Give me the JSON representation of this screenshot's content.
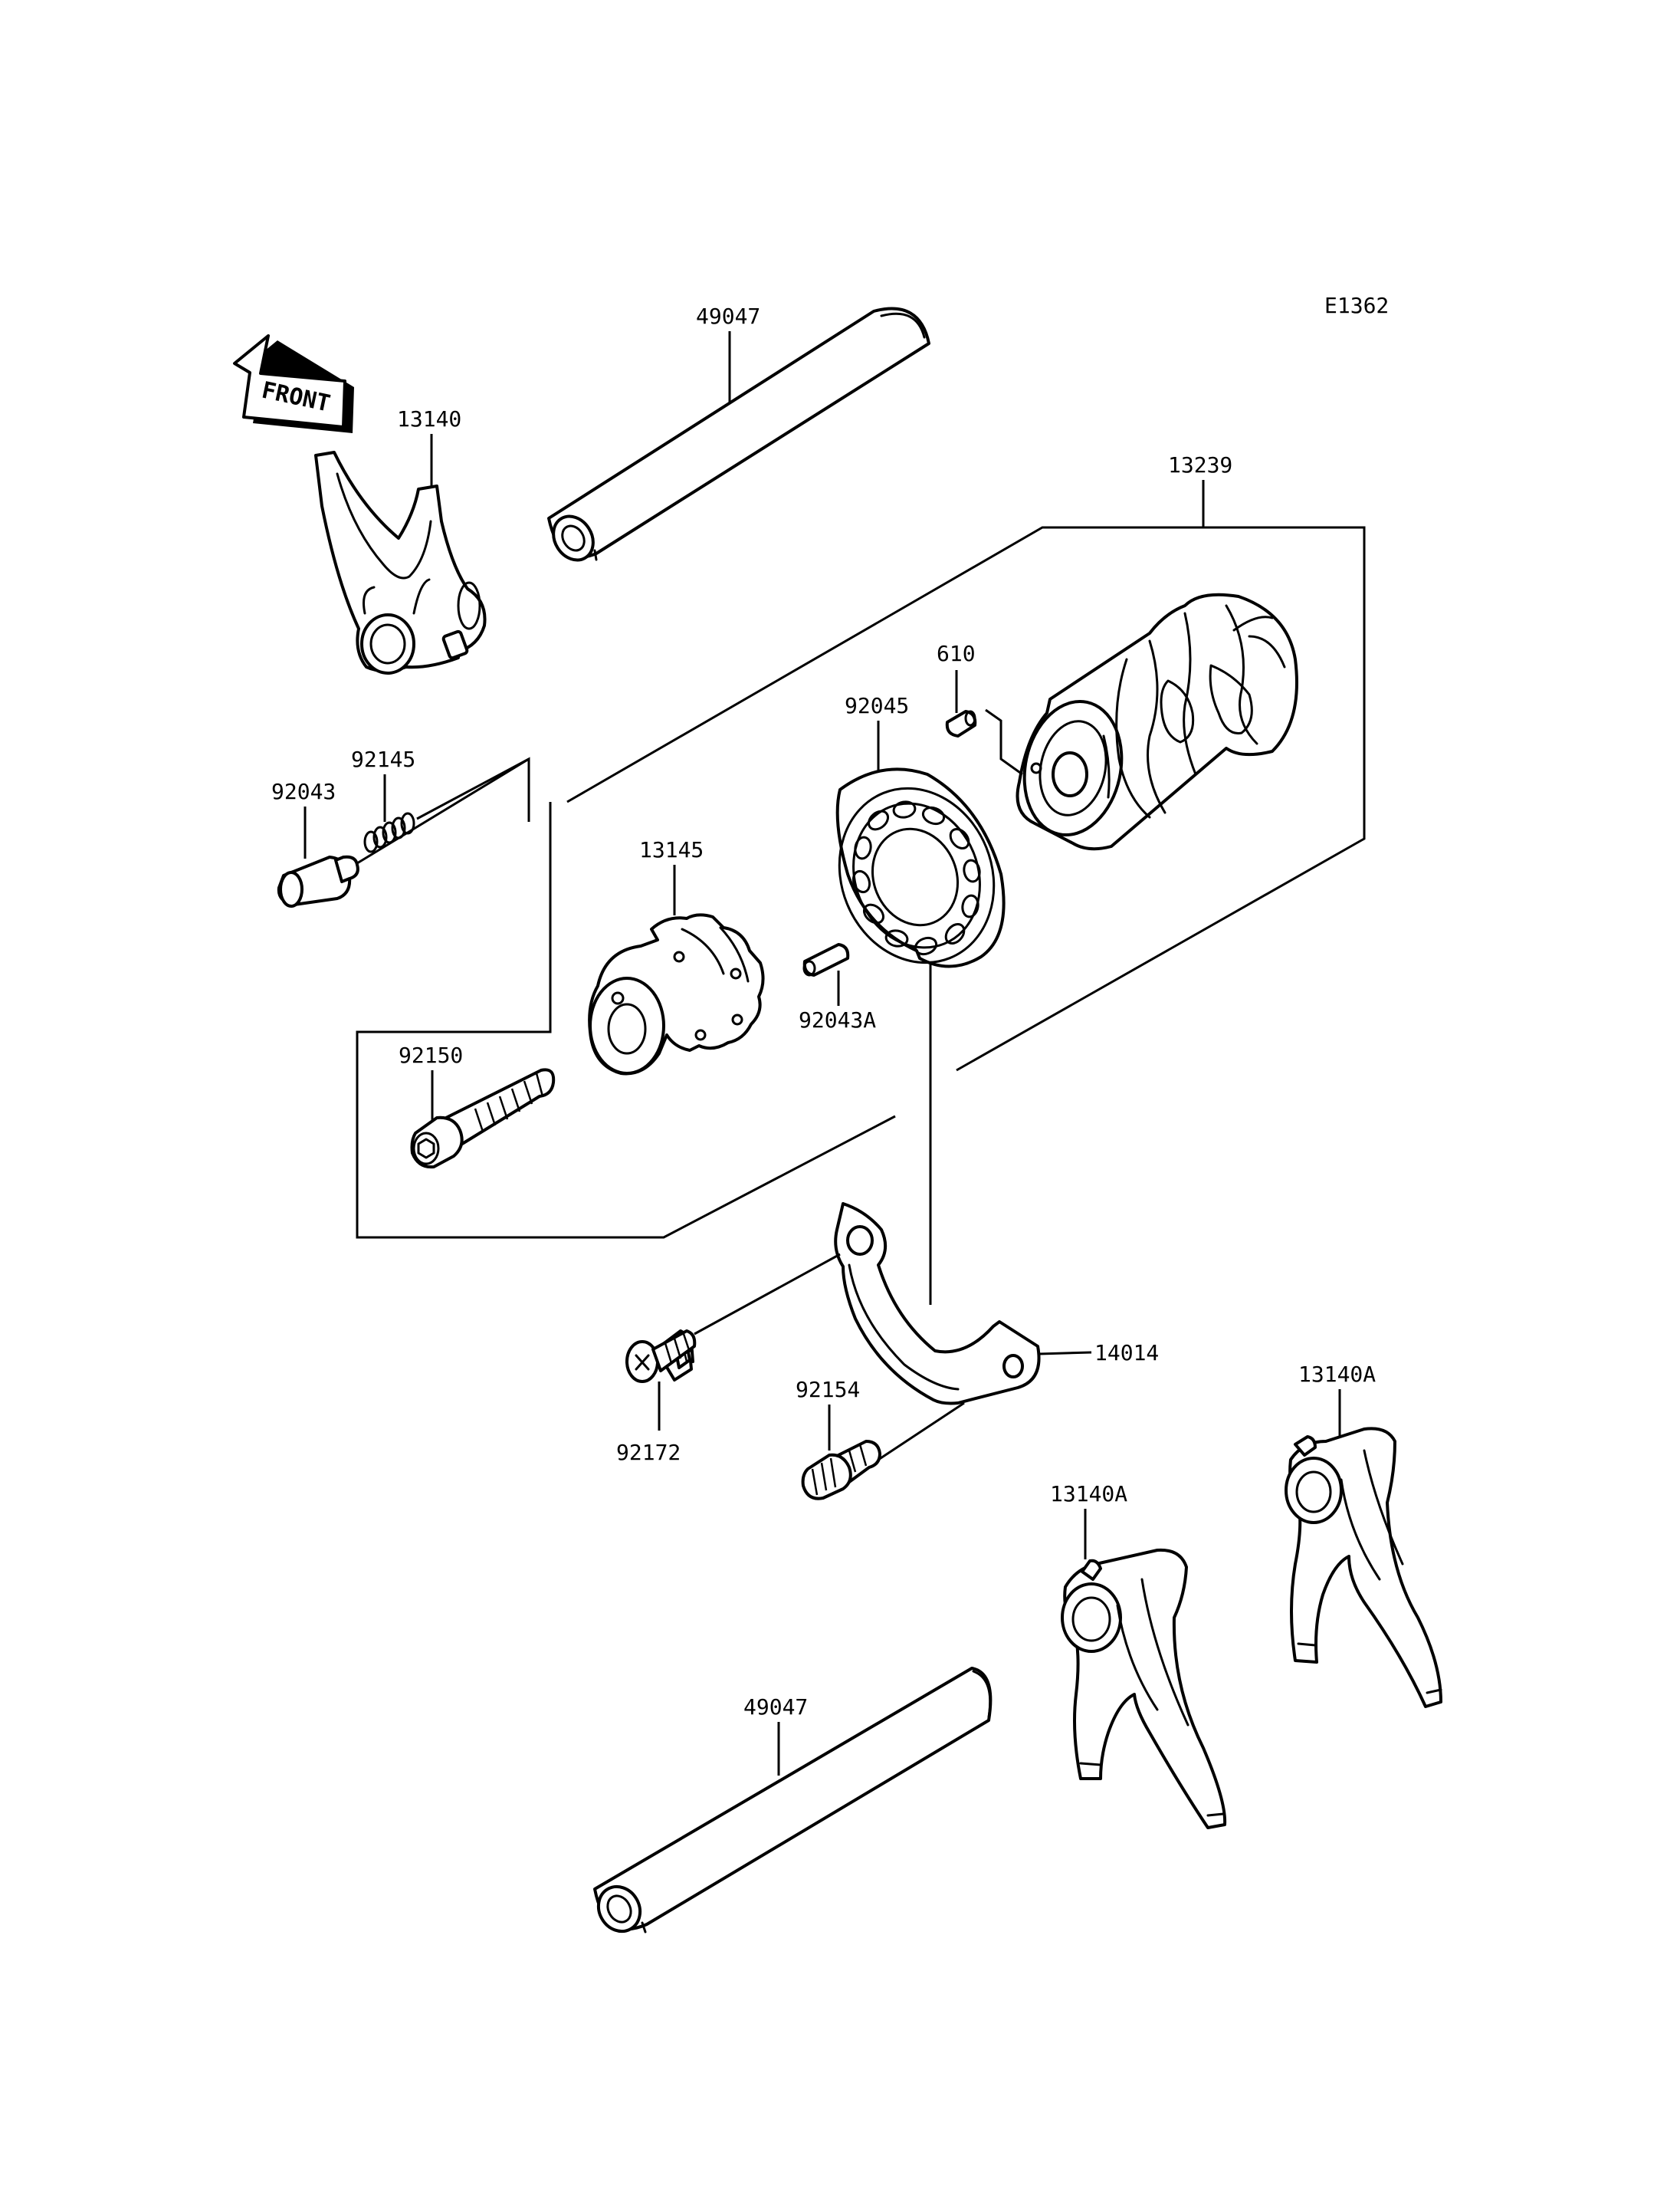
{
  "diagram_code": "E1362",
  "front_marker": "FRONT",
  "labels": {
    "shaft_top": "49047",
    "fork_top": "13140",
    "drum_assy": "13239",
    "pin_610": "610",
    "bearing": "92045",
    "spring": "92145",
    "pin_92043": "92043",
    "cam": "13145",
    "pin_92043a": "92043A",
    "bolt_92150": "92150",
    "holder": "14014",
    "screw_92172": "92172",
    "bolt_92154": "92154",
    "fork_right": "13140A",
    "fork_mid": "13140A",
    "shaft_bottom": "49047"
  }
}
